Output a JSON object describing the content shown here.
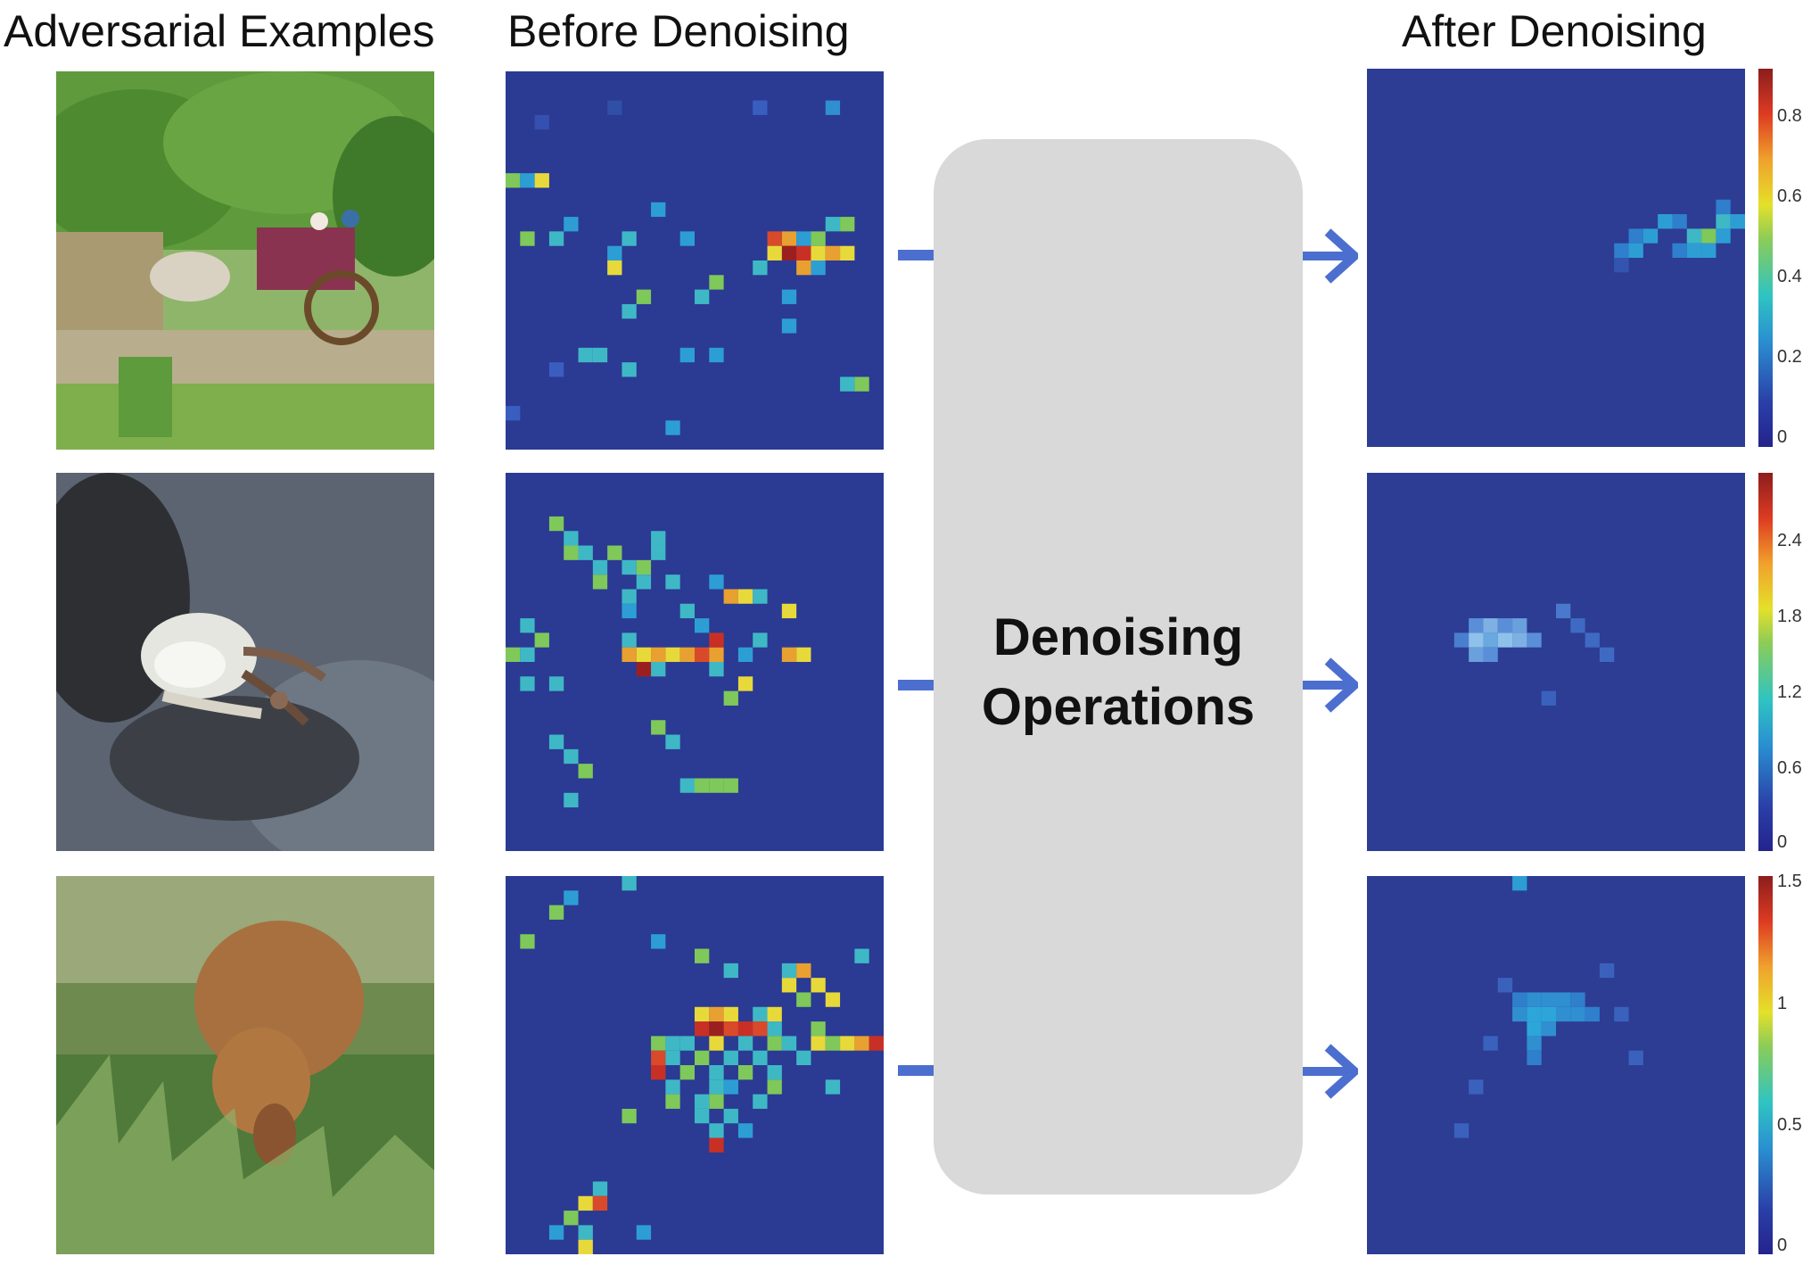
{
  "headers": {
    "adversarial": "Adversarial Examples",
    "before": "Before Denoising",
    "after": "After Denoising"
  },
  "process_label_line1": "Denoising",
  "process_label_line2": "Operations",
  "rows": [
    {
      "photo": "ox-cart-scene",
      "colorbar_ticks": [
        "0.8",
        "0.6",
        "0.4",
        "0.2",
        "0"
      ]
    },
    {
      "photo": "crab-on-mud",
      "colorbar_ticks": [
        "2.4",
        "1.8",
        "1.2",
        "0.6",
        "0"
      ]
    },
    {
      "photo": "boar-in-grass",
      "colorbar_ticks": [
        "1.5",
        "1",
        "0.5",
        "0"
      ]
    }
  ],
  "colors": {
    "arrow": "#4c6fcf",
    "process_box": "#d9d9d9",
    "map_background": "#2b3a93"
  }
}
